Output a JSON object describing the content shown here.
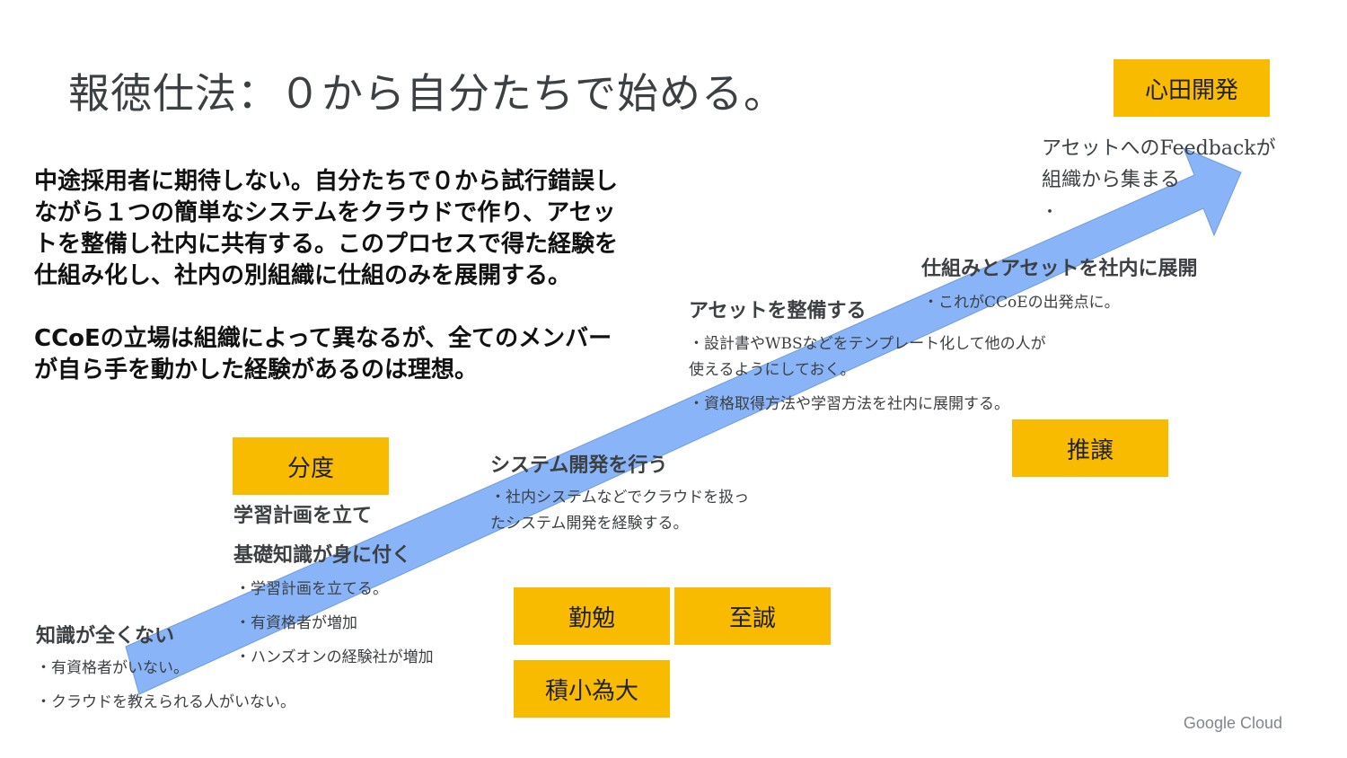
{
  "title": "報徳仕法：０から自分たちで始める。",
  "lead": {
    "para1": "中途採用者に期待しない。自分たちで０から試行錯誤しながら１つの簡単なシステムをクラウドで作り、アセットを整備し社内に共有する。このプロセスで得た経験を仕組み化し、社内の別組織に仕組のみを展開する。",
    "para2": "CCoEの立場は組織によって異なるが、全てのメンバーが自ら手を動かした経験があるのは理想。"
  },
  "badges": {
    "shinden": "心田開発",
    "bundo": "分度",
    "suijo": "推譲",
    "kinben": "勤勉",
    "shisei": "至誠",
    "sekisho": "積小為大"
  },
  "stages": {
    "s1": {
      "heading": "知識が全くない",
      "items": [
        "・有資格者がいない。",
        "・クラウドを教えられる人がいない。"
      ]
    },
    "s2": {
      "heading1": "学習計画を立て",
      "heading2": "基礎知識が身に付く",
      "items": [
        "・学習計画を立てる。",
        "・有資格者が増加",
        "・ハンズオンの経験社が増加"
      ]
    },
    "s3": {
      "heading": "システム開発を行う",
      "items": [
        "・社内システムなどでクラウドを扱ったシステム開発を経験する。"
      ]
    },
    "s4": {
      "heading": "アセットを整備する",
      "items": [
        "・設計書やWBSなどをテンプレート化して他の人が使えるようにしておく。",
        "・資格取得方法や学習方法を社内に展開する。"
      ]
    },
    "s5": {
      "heading": "仕組みとアセットを社内に展開",
      "items": [
        "・これがCCoEの出発点に。"
      ]
    },
    "s6": {
      "line1": "アセットへのFeedbackが",
      "line2": "組織から集まる",
      "line3": "・"
    }
  },
  "footer": {
    "logo": "Google Cloud"
  },
  "colors": {
    "badge": "#f9bb00",
    "arrow": "#8ab4f8"
  }
}
